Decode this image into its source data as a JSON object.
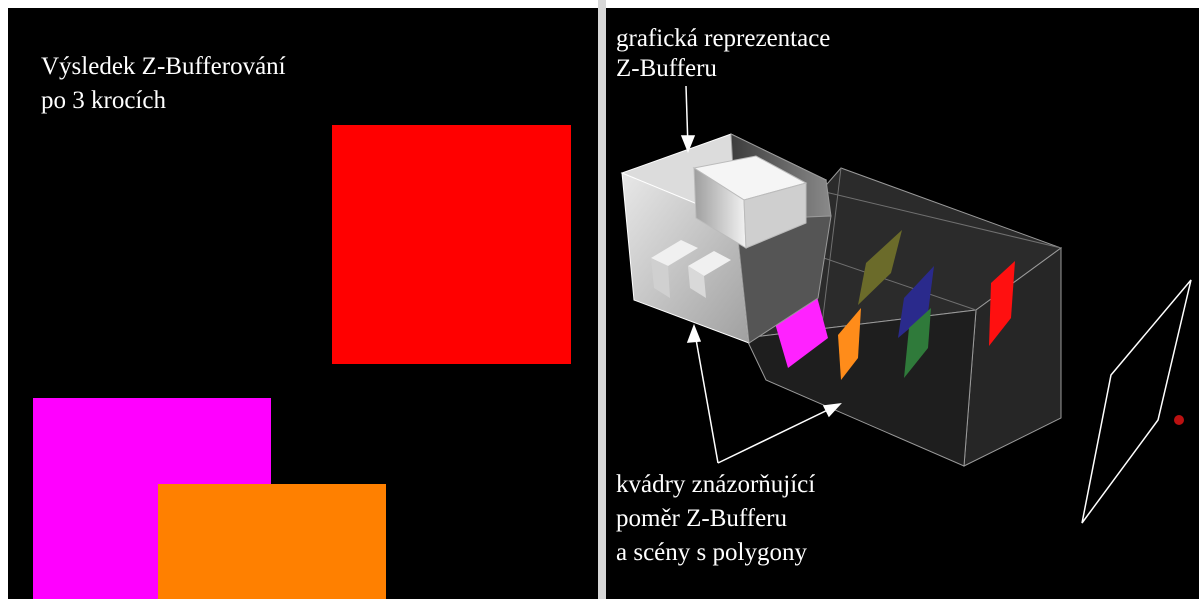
{
  "left": {
    "caption_line1": "Výsledek Z-Bufferování",
    "caption_line2": "po 3 krocích",
    "colors": {
      "red": "#ff0000",
      "magenta": "#ff00ff",
      "orange": "#ff8000"
    }
  },
  "right": {
    "top_caption_line1": "grafická reprezentace",
    "top_caption_line2": "Z-Bufferu",
    "bottom_caption_line1": "kvádry znázorňující",
    "bottom_caption_line2": "poměr Z-Bufferu",
    "bottom_caption_line3": "a scény s polygony",
    "colors": {
      "magenta": "#ff22ff",
      "orange": "#ff8c1a",
      "olive": "#6b6b2a",
      "blue": "#2a2a8c",
      "green": "#2f7a3a",
      "red": "#ff1010"
    }
  }
}
